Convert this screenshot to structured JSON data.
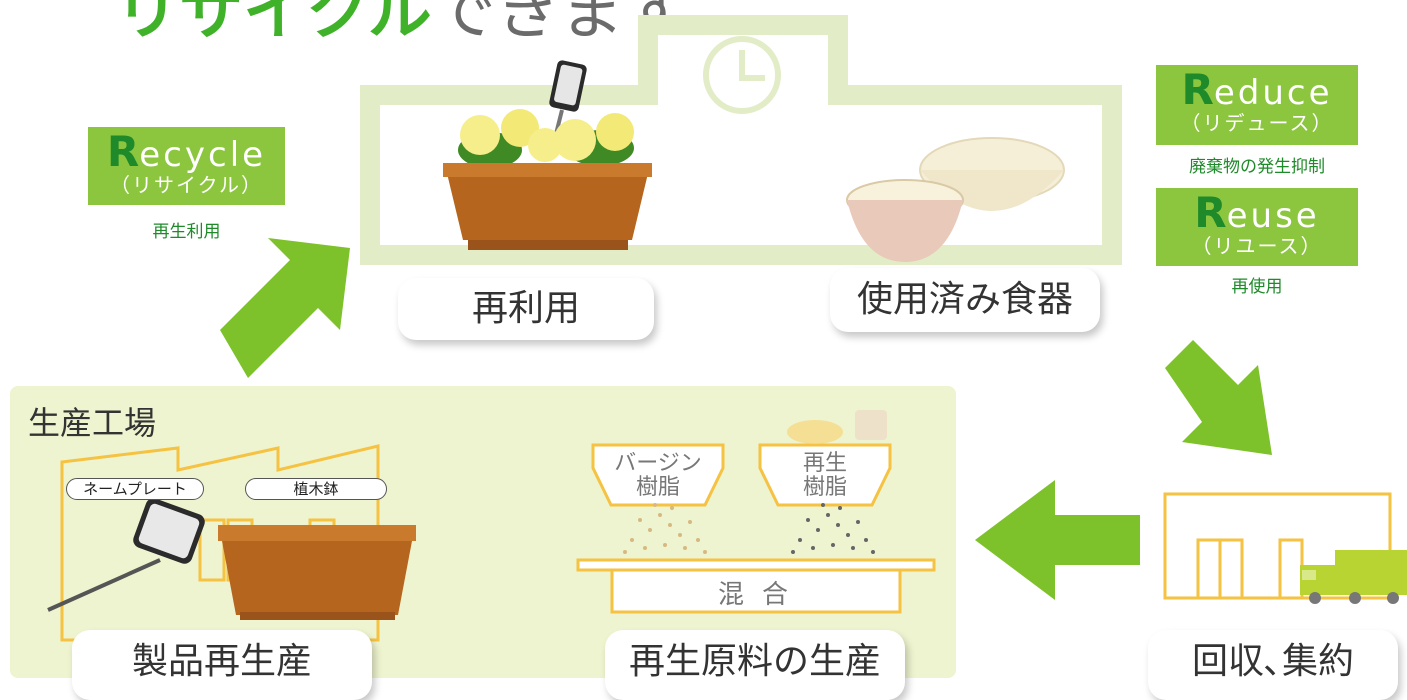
{
  "header": {
    "title_highlight": "リサイクル",
    "title_suffix": "できます"
  },
  "recycle": {
    "initial": "R",
    "rest": "ecycle",
    "kana": "（リサイクル）",
    "sub": "再生利用"
  },
  "reduce": {
    "initial": "R",
    "rest": "educe",
    "kana": "（リデュース）",
    "sub": "廃棄物の発生抑制"
  },
  "reuse": {
    "initial": "R",
    "rest": "euse",
    "kana": "（リユース）",
    "sub": "再使用"
  },
  "stages": {
    "reuse_stage": "再利用",
    "used_tableware": "使用済み食器",
    "collection": "回収､集約",
    "raw_material": "再生原料の生産",
    "product": "製品再生産"
  },
  "factory": {
    "title": "生産工場",
    "name_plate": "ネームプレート",
    "planter": "植木鉢"
  },
  "hoppers": {
    "virgin": "バージン\n樹脂",
    "recycled": "再生\n樹脂"
  },
  "mix": "混合",
  "colors": {
    "arrow": "#7dc12b",
    "r_box": "#8cc63f",
    "outline": "#f5c242",
    "frame": "#e2edc7"
  }
}
